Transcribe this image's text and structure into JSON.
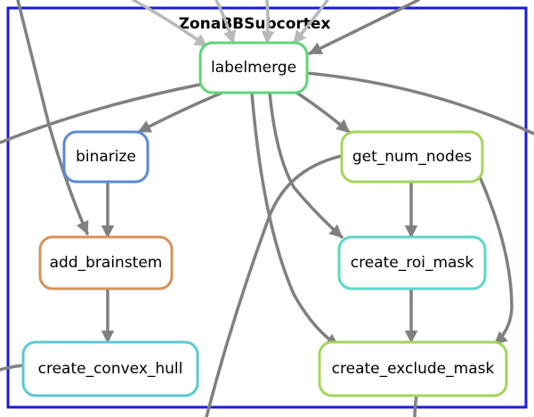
{
  "cluster": {
    "title": "ZonaBBSubcortex",
    "border_color": "#1a1adb"
  },
  "edge_color": "#808080",
  "incoming_edge_color": "#b8b8b8",
  "nodes": {
    "labelmerge": {
      "label": "labelmerge",
      "color": "#5ed67a"
    },
    "binarize": {
      "label": "binarize",
      "color": "#5b8ad6"
    },
    "add_brainstem": {
      "label": "add_brainstem",
      "color": "#d6915b"
    },
    "create_convex_hull": {
      "label": "create_convex_hull",
      "color": "#5bc8d6"
    },
    "get_num_nodes": {
      "label": "get_num_nodes",
      "color": "#a2d65b"
    },
    "create_roi_mask": {
      "label": "create_roi_mask",
      "color": "#5bd6c8"
    },
    "create_exclude_mask": {
      "label": "create_exclude_mask",
      "color": "#a2d65b"
    }
  },
  "edges": [
    {
      "from": "labelmerge",
      "to": "binarize"
    },
    {
      "from": "labelmerge",
      "to": "get_num_nodes"
    },
    {
      "from": "labelmerge",
      "to": "create_roi_mask"
    },
    {
      "from": "labelmerge",
      "to": "create_exclude_mask"
    },
    {
      "from": "binarize",
      "to": "add_brainstem"
    },
    {
      "from": "add_brainstem",
      "to": "create_convex_hull"
    },
    {
      "from": "get_num_nodes",
      "to": "create_roi_mask"
    },
    {
      "from": "get_num_nodes",
      "to": "create_exclude_mask"
    },
    {
      "from": "create_roi_mask",
      "to": "create_exclude_mask"
    }
  ]
}
